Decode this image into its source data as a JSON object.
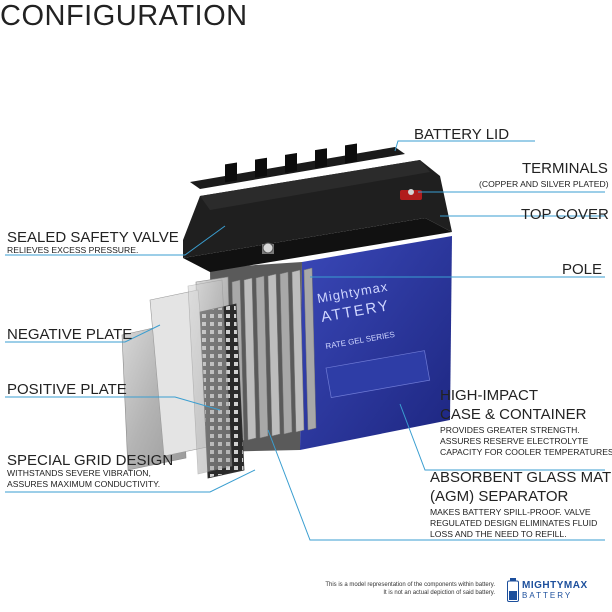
{
  "title": "CONFIGURATION",
  "labels": {
    "battery_lid": "BATTERY LID",
    "terminals": "TERMINALS",
    "terminals_sub": "(COPPER AND SILVER PLATED)",
    "top_cover": "TOP COVER",
    "pole": "POLE",
    "sealed_valve": "SEALED SAFETY VALVE",
    "sealed_valve_sub": "RELIEVES EXCESS PRESSURE.",
    "negative_plate": "NEGATIVE PLATE",
    "positive_plate": "POSITIVE PLATE",
    "grid_design": "SPECIAL GRID DESIGN",
    "grid_design_sub1": "WITHSTANDS SEVERE VIBRATION,",
    "grid_design_sub2": "ASSURES MAXIMUM CONDUCTIVITY.",
    "case_title1": "HIGH-IMPACT",
    "case_title2": "CASE & CONTAINER",
    "case_sub1": "PROVIDES GREATER STRENGTH.",
    "case_sub2": "ASSURES RESERVE ELECTROLYTE",
    "case_sub3": "CAPACITY FOR COOLER TEMPERATURES.",
    "agm_title1": "ABSORBENT GLASS MAT",
    "agm_title2": "(AGM) SEPARATOR",
    "agm_sub1": "MAKES BATTERY SPILL-PROOF. VALVE",
    "agm_sub2": "REGULATED DESIGN ELIMINATES FLUID",
    "agm_sub3": "LOSS AND THE NEED TO REFILL."
  },
  "battery_label": {
    "brand": "Mightymax",
    "brand_line2": "ATTERY",
    "series": "RATE GEL SERIES"
  },
  "footer": {
    "note_line1": "This is a model representation of the components within battery.",
    "note_line2": "It is not an actual depiction of said battery.",
    "logo_line1": "MIGHTYMAX",
    "logo_line2": "BATTERY"
  },
  "colors": {
    "leader": "#3a9ed0",
    "battery_blue": "#27339a",
    "cover_black": "#1c1c1c",
    "plate_gray": "#b9b9b9"
  }
}
